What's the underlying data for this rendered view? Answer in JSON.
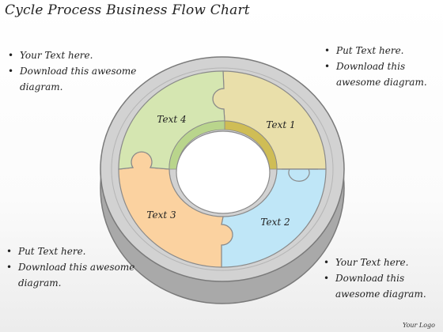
{
  "title": "Cycle Process Business Flow Chart",
  "segments": [
    {
      "label": "Text 1",
      "color": "#e9dfaa",
      "inner_color": "#cfbd55"
    },
    {
      "label": "Text 2",
      "color": "#bfe6f7",
      "inner_color": "#a8d8ee"
    },
    {
      "label": "Text 3",
      "color": "#fbd2a0",
      "inner_color": "#f3bd7c"
    },
    {
      "label": "Text 4",
      "color": "#d5e6b1",
      "inner_color": "#b9d58c"
    }
  ],
  "colors": {
    "ring": "#d2d2d2",
    "ring_side": "#a9a9a9",
    "ring_edge": "#7a7a7a"
  },
  "blocks": {
    "top_left": [
      "Your Text here.",
      "Download this awesome diagram."
    ],
    "top_right": [
      "Put Text here.",
      "Download this awesome diagram."
    ],
    "bottom_left": [
      "Put Text here.",
      "Download this awesome diagram."
    ],
    "bottom_right": [
      "Your Text here.",
      "Download this awesome diagram."
    ]
  },
  "logo": "Your Logo"
}
